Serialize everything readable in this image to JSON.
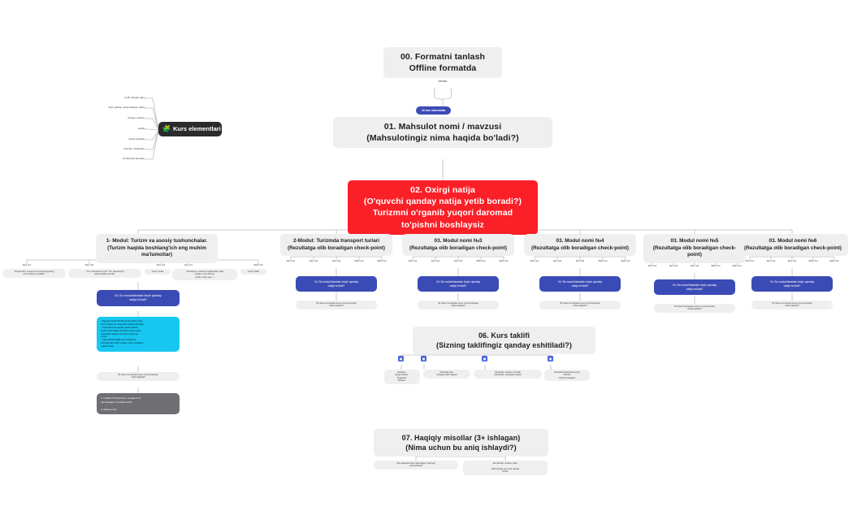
{
  "format": {
    "title": "00. Formatni tanlash\nOffline formatda",
    "branch_label": "Intensiv",
    "pill": "10 kun davomida"
  },
  "product": {
    "title": "01. Mahsulot nomi / mavzusi\n(Mahsulotingiz nima haqida bo'ladi?)"
  },
  "result": {
    "title": "02. Oxirgi natija\n(O'quvchi qanday natija yetib boradi?)\nTurizmni o'rganib yuqori daromad\nto'pishni boshlaysiz"
  },
  "elements": {
    "title": "Kurs elementlari",
    "icon": "puzzle-icon",
    "items": [
      "Yozib olingan dars",
      "Fayl: jadval, presentatsiya, karta",
      "Onlayn vebinar",
      "vazifa",
      "Audio podcast",
      "O'yinlar, chellenjlar",
      "Kurstordan javoblar"
    ]
  },
  "modules": [
    {
      "title": "1- Modul: Turizm va asosiy tushunchalar.\n(Turizm haqida boshlang'ich eng muhim\nma'lumotlar)",
      "lessons": [
        "Dars №1",
        "Dars №2",
        "Dars №3",
        "Fayl №1",
        "Файл №2"
      ],
      "lesson_notes": [
        "Touroperator, touragent va tourmanagerning\no'zaro farqi va vazifalari.",
        "\"Tur\" mahsulotlar nima? \"Tur\" paketlarning\nasosiy tarkibiy qismlari.",
        "Turizm turlari",
        "\"Checklist tur mahsulot haqida bilish shart\nbo'lgan o 'ta ma'lumot.\n(Hotel, ovqat, deyi...)",
        "Turizm hillari"
      ],
      "blue": "04. Bu modul/darsdan keyin qanday\nnatija bo'ladi?",
      "cyan": "- Bugungi kunda O'zbekistonda ishlab turgan\nturizm faoliati va uning hillari haqida bilib oladi.\n- Tourizmda turni qanday tashkil qilinadi,\nkimlar tashkil qiladi va turlarni kimlar sotishi\nmumkinligi haqida to'liq ma'lumotga ega\nbo'ladi.\n- Turlar tarkibi haqida va tur tartibinda\ne'lbonga olish sharti bo'lgan muhim narsalarni\no'rganib oladi.",
      "task_q": "05. Darsni ko'rgandan keyin o'quvchi qanday\nvazifa bajaradi?",
      "dark": "1. 5 tadan Touroperator, touragent va\ntourmanager ro'yxatini tuzish.\n\n2. Mavzua test."
    },
    {
      "title": "2-Modul: Turizmda transport turlari\n(Rezultatga olib boradigan check-point)",
      "lessons": [
        "Dars №1",
        "Dars №2",
        "Dars №3",
        "Файл №1",
        "Файл №2"
      ],
      "blue": "04. Bu modul/darsdan keyin qanday\nnatija bo'ladi?",
      "task_q": "05. Darsni ko'rgandan keyin o'quvchi qanday\nvazifa bajaradi?"
    },
    {
      "title": "03. Modul nomi №3\n(Rezultatga olib boradigan check-point)",
      "lessons": [
        "Dars №1",
        "Dars №2",
        "Dars №3",
        "Файл №1",
        "Файл №2"
      ],
      "blue": "04. Bu modul/darsdan keyin qanday\nnatija bo'ladi?",
      "task_q": "05. Darsni ko'rgandan keyin o'quvchi qanday\nvazifa bajaradi?"
    },
    {
      "title": "03. Modul nomi №4\n(Rezultatga olib boradigan check-point)",
      "lessons": [
        "Dars №1",
        "Dars №2",
        "Dars №3",
        "Файл №1",
        "Файл №2"
      ],
      "blue": "04. Bu modul/darsdan keyin qanday\nnatija bo'ladi?",
      "task_q": "05. Darsni ko'rgandan keyin o'quvchi qanday\nvazifa bajaradi?"
    },
    {
      "title": "03. Modul nomi №5\n(Rezultatga olib boradigan check-\npoint)",
      "lessons": [
        "Dars №1",
        "Dars №2",
        "Dars №3",
        "Файл №1",
        "Файл №2"
      ],
      "blue": "04. Bu modul/darsdan keyin qanday\nnatija bo'ladi?",
      "task_q": "05. Darsni ko'rgandan keyin o'quvchi qanday\nvazifa bajaradi?"
    },
    {
      "title": "03. Modul nomi №6\n(Rezultatga olib boradigan check-point)",
      "lessons": [
        "Dars №1",
        "Dars №2",
        "Dars №3",
        "Файл №2",
        "Файл №2"
      ],
      "blue": "04. Bu modul/darsdan keyin qanday\nnatija bo'ladi?",
      "task_q": "05. Darsni ko'rgandan keyin o'quvchi qanday\nvazifa bajaradi?"
    }
  ],
  "offer": {
    "title": "06. Kurs taklifi\n(Sizning taklifingiz qanday eshitiladi?)",
    "cards": [
      "Erishasiz..\nQo'lga kiritasiz..\nOrganasiz..\nBo'lasiz..",
      "Potensial mijoz\nxohlagan ideal natijasiz",
      "Qandaydir muddat + Nimadir\nyordamida = qandaydir qadam",
      "Nimadirsiz (Eng katta og'riq)\nStressiz\nOrtiqcha xarajatsiz"
    ],
    "badge_icon": "square-badge-icon"
  },
  "proof": {
    "title": "07. Haqiqiy misollar (3+ ishlagan)\n(Nima uchun bu aniq ishlaydi?)",
    "cards": [
      "Shu qadamlar bilan natija qilgan mijozingiz\nyoki loyihangiz",
      "Skrinshotlar, reaction video,\n\nOldin qanday edi, hozir qanday\nbo'ldi?"
    ]
  },
  "colors": {
    "accent_red": "#fb1f27",
    "accent_blue": "#3b4bb5",
    "accent_cyan": "#17c7f2",
    "node_grey": "#efeff0",
    "dark": "#6e6e73",
    "black": "#2b2b2d",
    "line": "#bdbdc2"
  }
}
